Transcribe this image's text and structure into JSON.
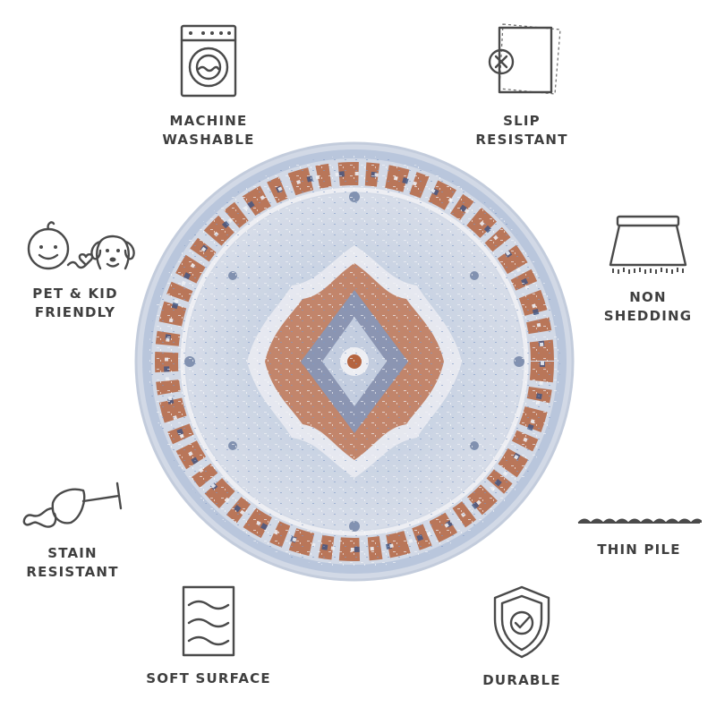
{
  "features": {
    "machine_washable": {
      "label": "MACHINE\nWASHABLE",
      "icon": "washing-machine-icon"
    },
    "slip_resistant": {
      "label": "SLIP\nRESISTANT",
      "icon": "slip-resistant-icon"
    },
    "pet_kid_friendly": {
      "label": "PET & KID\nFRIENDLY",
      "icon": "kid-and-pet-icon"
    },
    "non_shedding": {
      "label": "NON\nSHEDDING",
      "icon": "non-shedding-icon"
    },
    "stain_resistant": {
      "label": "STAIN\nRESISTANT",
      "icon": "spilled-wine-glass-icon"
    },
    "thin_pile": {
      "label": "THIN PILE",
      "icon": "thin-pile-icon"
    },
    "soft_surface": {
      "label": "SOFT SURFACE",
      "icon": "soft-surface-icon"
    },
    "durable": {
      "label": "DURABLE",
      "icon": "shield-check-icon"
    }
  },
  "rug": {
    "shape": "round",
    "colors": {
      "base": "#c9d3e3",
      "blue": "#7d98c4",
      "navy": "#3e5583",
      "rust": "#b5643f",
      "ivory": "#edeef3",
      "border": "#b9c6dc"
    }
  },
  "icon_color": "#4a4a4a"
}
